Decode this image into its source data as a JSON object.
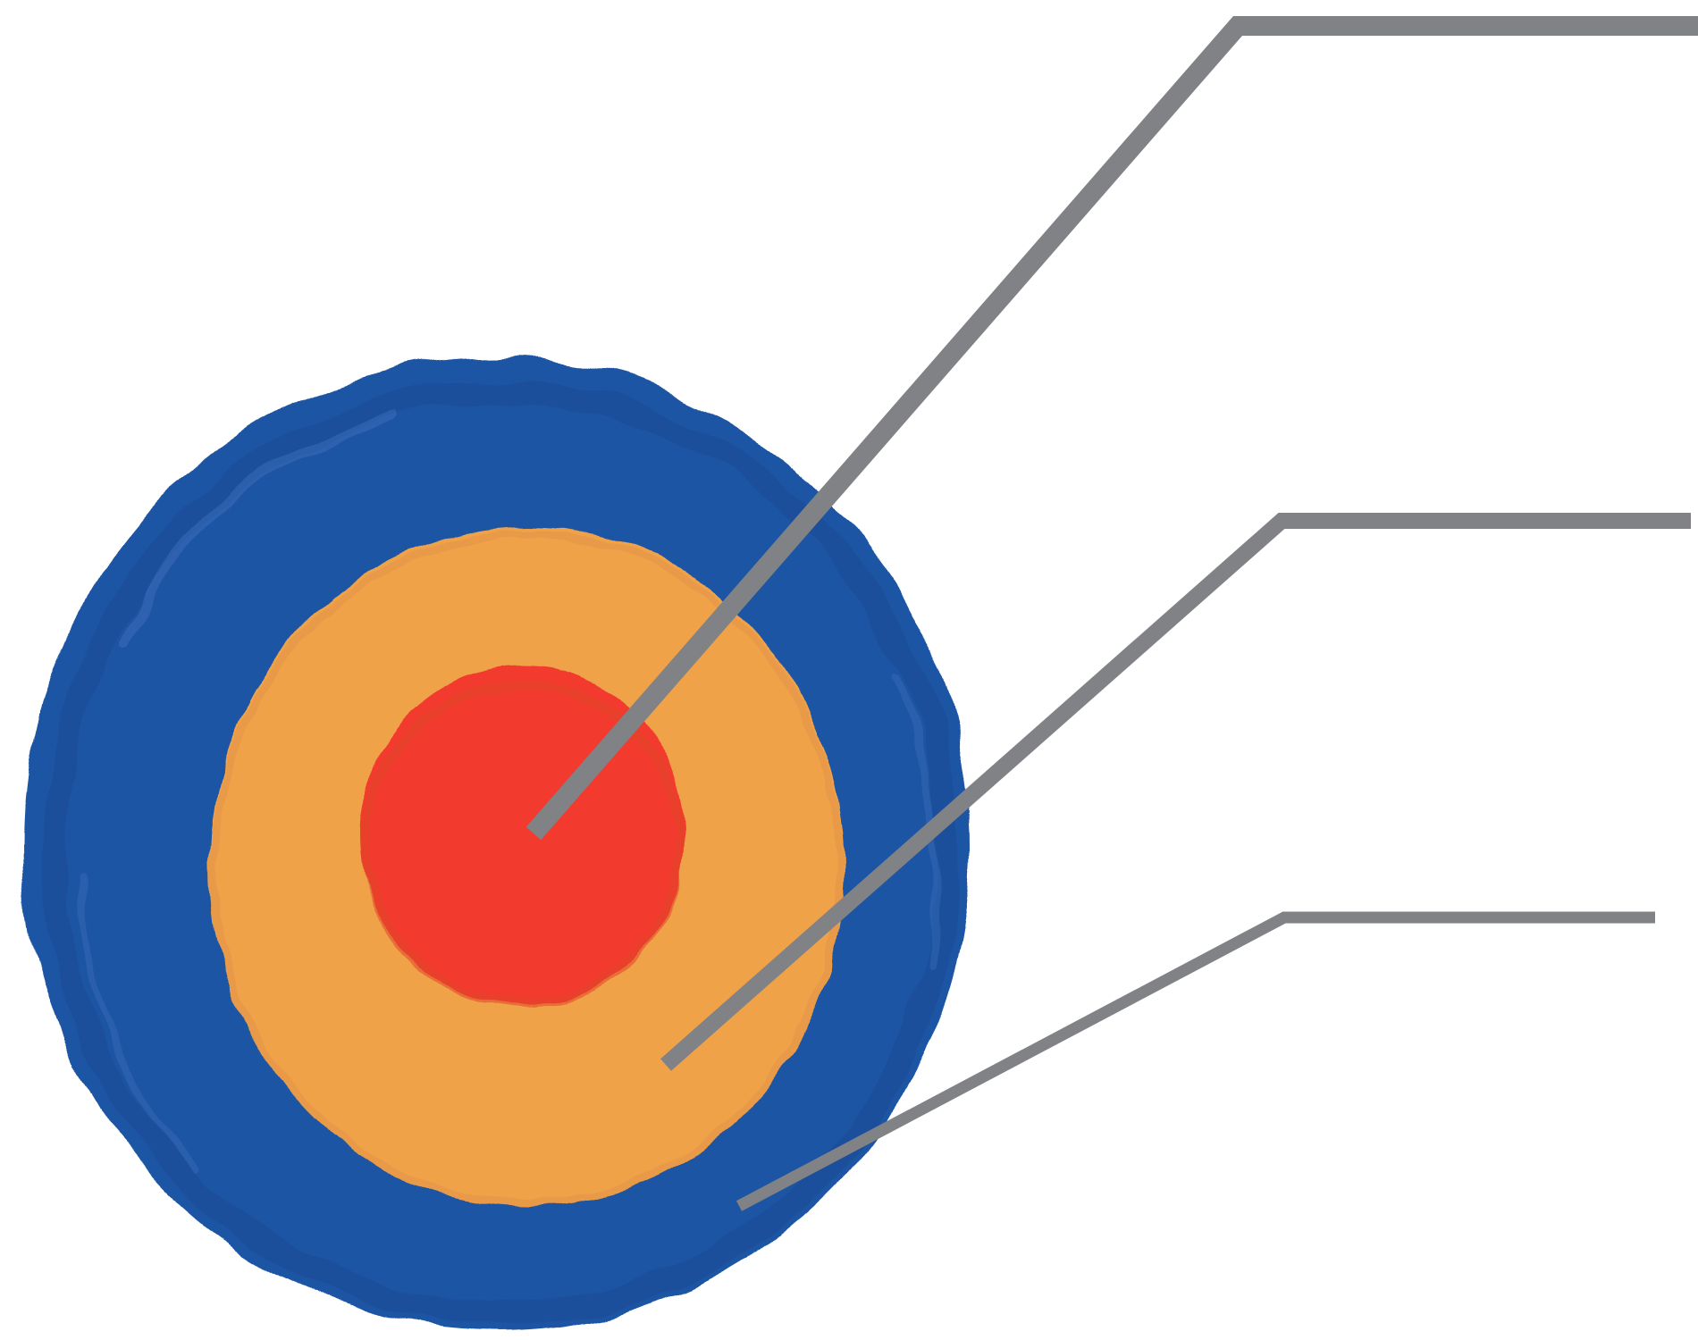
{
  "diagram": {
    "type": "concentric-target",
    "colors": {
      "background": "#ffffff",
      "outer_ring": "#1f54a3",
      "outer_ring_shade": "#184a95",
      "outer_ring_highlight": "#3f74c0",
      "middle_ring": "#f0a24a",
      "middle_ring_shade": "#e3954a",
      "inner_core": "#f23b2d",
      "inner_core_edge": "#e0462b",
      "leader_line": "#808285"
    },
    "rings": [
      {
        "id": "inner-core",
        "color_key": "inner_core"
      },
      {
        "id": "middle-ring",
        "color_key": "middle_ring"
      },
      {
        "id": "outer-ring",
        "color_key": "outer_ring"
      }
    ],
    "callouts": [
      {
        "id": "callout-inner",
        "targets": "inner-core",
        "label": ""
      },
      {
        "id": "callout-middle",
        "targets": "middle-ring",
        "label": ""
      },
      {
        "id": "callout-outer",
        "targets": "outer-ring",
        "label": ""
      }
    ]
  }
}
